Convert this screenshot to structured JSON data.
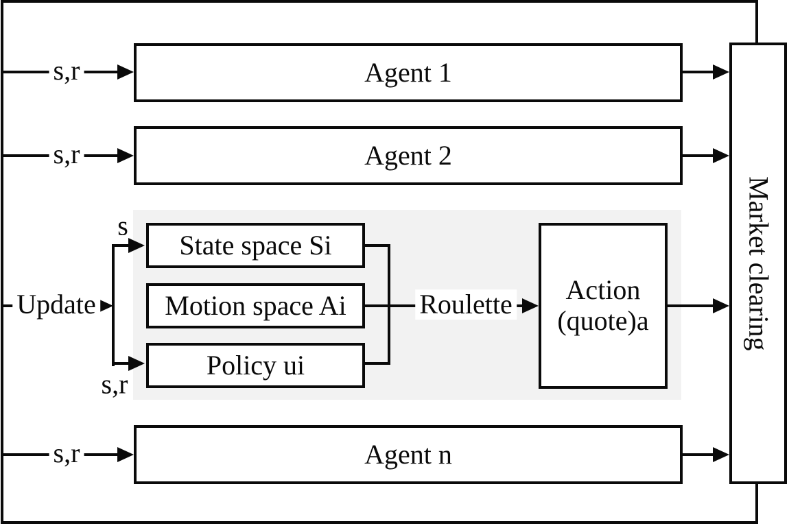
{
  "boxes": {
    "agent1": {
      "label": "Agent 1"
    },
    "agent2": {
      "label": "Agent 2"
    },
    "agentn": {
      "label": "Agent n"
    },
    "state_space": {
      "label": "State space Si"
    },
    "motion_space": {
      "label": "Motion space Ai"
    },
    "policy": {
      "label": "Policy ui"
    },
    "action": {
      "line1": "Action",
      "line2": "(quote)a"
    },
    "market": {
      "label": "Market clearing"
    }
  },
  "labels": {
    "sr_agent1": "s,r",
    "sr_agent2": "s,r",
    "sr_agentn": "s,r",
    "update": "Update",
    "s_branch": "s",
    "sr_branch": "s,r",
    "roulette": "Roulette"
  },
  "colors": {
    "line": "#0a0a0a",
    "panel": "#f2f2f2",
    "background": "#ffffff"
  }
}
